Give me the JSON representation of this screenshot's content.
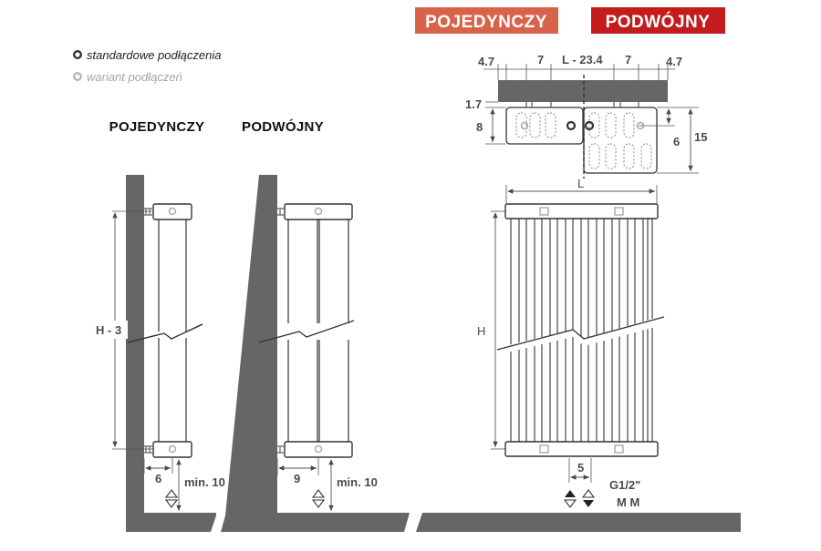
{
  "legend": {
    "standard_label": "standardowe podłączenia",
    "variant_label": "wariant podłączeń"
  },
  "badges": {
    "single": "POJEDYNCZY",
    "double": "PODWÓJNY",
    "single_color": "#d9634a",
    "double_color": "#c41c1c"
  },
  "side_views": {
    "single_title": "POJEDYNCZY",
    "double_title": "PODWÓJNY"
  },
  "dimensions": {
    "h_minus_3": "H - 3",
    "offset_single": "6",
    "offset_double": "9",
    "min_clearance_1": "min. 10",
    "min_clearance_2": "min. 10",
    "top_4_7_left": "4.7",
    "top_7_left": "7",
    "top_l_minus": "L - 23.4",
    "top_7_right": "7",
    "top_4_7_right": "4.7",
    "top_1_7": "1.7",
    "top_8": "8",
    "top_6": "6",
    "top_15": "15",
    "width_L": "L",
    "height_H": "H",
    "pipe_5": "5",
    "thread": "G1/2\"",
    "thread_type": "M M"
  },
  "colors": {
    "wall": "#666666",
    "line": "#4a4a4a"
  }
}
